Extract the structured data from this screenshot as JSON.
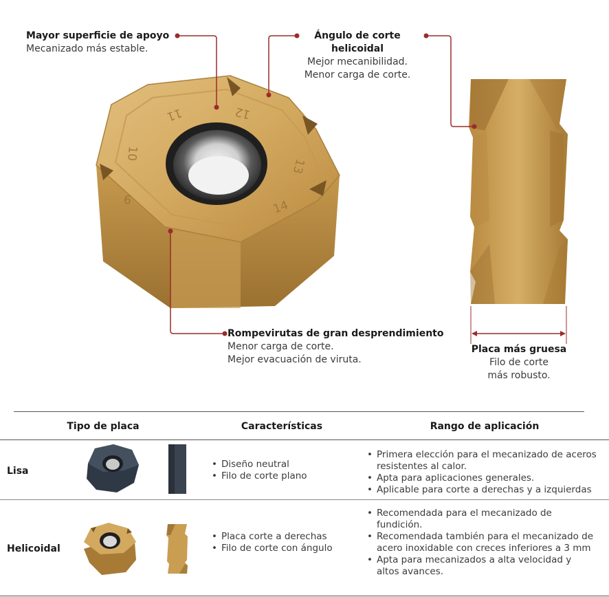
{
  "callouts": {
    "support": {
      "title": "Mayor superficie de apoyo",
      "lines": [
        "Mecanizado más estable."
      ]
    },
    "helical_angle": {
      "title_lines": [
        "Ángulo de corte",
        "helicoidal"
      ],
      "lines": [
        "Mejor mecanibilidad.",
        "Menor carga de corte."
      ]
    },
    "chipbreaker": {
      "title": "Rompevirutas de gran desprendimiento",
      "lines": [
        "Menor carga de corte.",
        "Mejor evacuación de viruta."
      ]
    },
    "thicker": {
      "title": "Placa más gruesa",
      "lines": [
        "Filo de corte",
        "más robusto."
      ]
    }
  },
  "insert_numbers": [
    "11",
    "12",
    "13",
    "14",
    "9",
    "10"
  ],
  "table": {
    "headers": [
      "Tipo de placa",
      "Características",
      "Rango de aplicación"
    ],
    "rows": [
      {
        "type": "Lisa",
        "variant": "dark",
        "features": [
          "Diseño neutral",
          "Filo de corte plano"
        ],
        "applications": [
          "Primera elección para el mecanizado de aceros resistentes al calor.",
          "Apta para aplicaciones generales.",
          "Aplicable para corte a derechas y a izquierdas"
        ]
      },
      {
        "type": "Helicoidal",
        "variant": "gold",
        "features": [
          "Placa corte a derechas",
          "Filo de corte con ángulo"
        ],
        "applications": [
          "Recomendada para el mecanizado de fundición.",
          "Recomendada también para el mecanizado de acero inoxidable con creces inferiores a 3 mm",
          "Apta para mecanizados a alta velocidad y altos avances."
        ]
      }
    ]
  },
  "colors": {
    "accent": "#9c2b2b",
    "gold": "#c79a4e",
    "gold_dark": "#8f6a2c",
    "dark_insert": "#2f3845"
  }
}
